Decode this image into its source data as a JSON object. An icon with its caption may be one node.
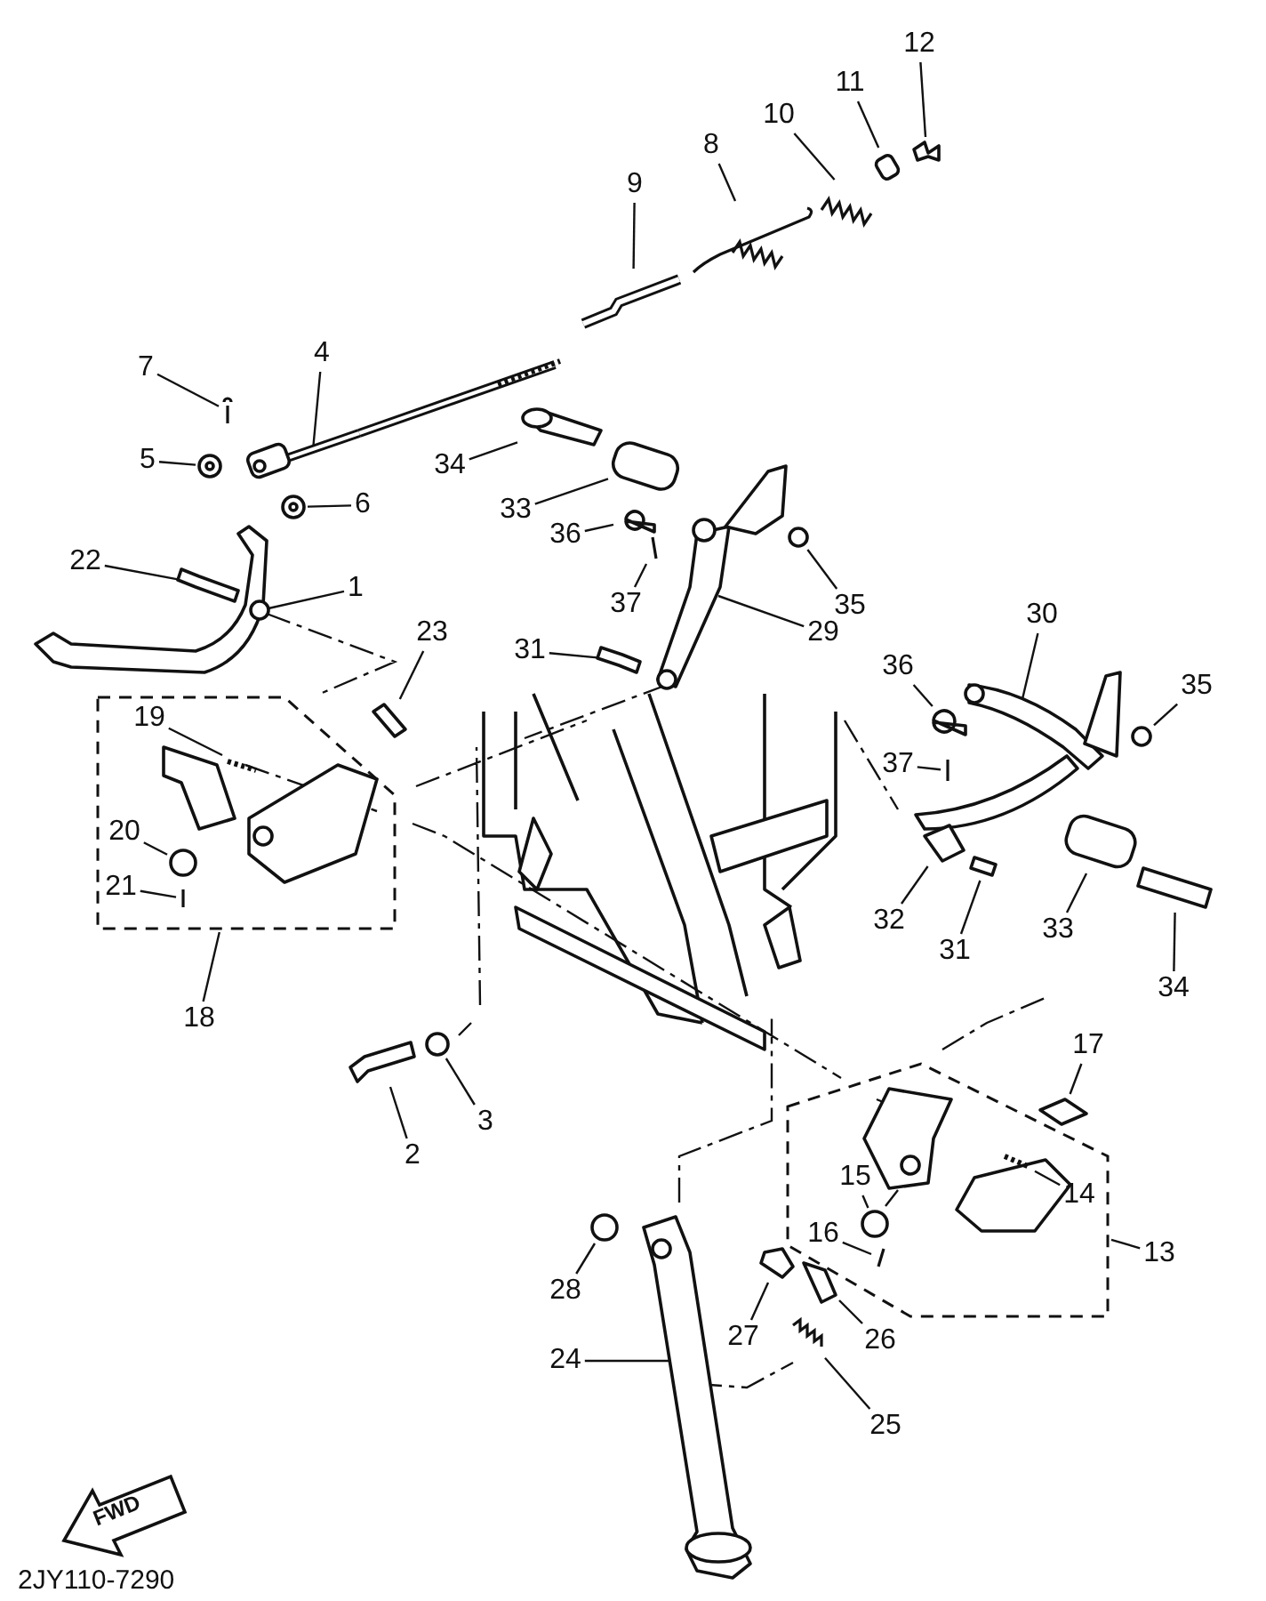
{
  "diagram": {
    "nodes": [
      {
        "text": [
          "12"
        ]
      },
      {
        "text": [
          "11"
        ]
      },
      {
        "text": [
          "10"
        ]
      },
      {
        "text": [
          "9"
        ]
      },
      {
        "text": [
          "8"
        ]
      },
      {
        "text": [
          "7"
        ]
      },
      {
        "text": [
          "4"
        ]
      },
      {
        "text": [
          "5"
        ]
      },
      {
        "text": [
          "34"
        ]
      },
      {
        "text": [
          "6"
        ]
      },
      {
        "text": [
          "33"
        ]
      },
      {
        "text": [
          "36"
        ]
      },
      {
        "text": [
          "22"
        ]
      },
      {
        "text": [
          "1"
        ]
      },
      {
        "text": [
          "37"
        ]
      },
      {
        "text": [
          "35"
        ]
      },
      {
        "text": [
          "29"
        ]
      },
      {
        "text": [
          "23"
        ]
      },
      {
        "text": [
          "31"
        ]
      },
      {
        "text": [
          "30"
        ]
      },
      {
        "text": [
          "36"
        ]
      },
      {
        "text": [
          "35"
        ]
      },
      {
        "text": [],
        "shape": "box"
      },
      {
        "text": [
          "19"
        ],
        "in": 22
      },
      {
        "text": [
          "37"
        ]
      },
      {
        "text": [
          "20"
        ],
        "in": 22
      },
      {
        "text": [
          "21"
        ],
        "in": 22
      },
      {
        "text": [
          "32"
        ]
      },
      {
        "text": [
          "31"
        ]
      },
      {
        "text": [
          "33"
        ]
      },
      {
        "text": [
          "18"
        ]
      },
      {
        "text": [
          "34"
        ]
      },
      {
        "text": [
          "17"
        ]
      },
      {
        "text": [],
        "shape": "box"
      },
      {
        "text": [
          "14"
        ],
        "in": 33
      },
      {
        "text": [
          "15"
        ],
        "in": 33
      },
      {
        "text": [
          "16"
        ],
        "in": 33
      },
      {
        "text": [
          "3"
        ]
      },
      {
        "text": [
          "2"
        ]
      },
      {
        "text": [
          "13"
        ]
      },
      {
        "text": [
          "28"
        ]
      },
      {
        "text": [
          "27"
        ]
      },
      {
        "text": [
          "26"
        ]
      },
      {
        "text": [
          "24"
        ]
      },
      {
        "text": [
          "25"
        ]
      },
      {
        "text": [],
        "shape": "box"
      },
      {
        "text": [],
        "shape": "box"
      },
      {
        "text": [],
        "shape": "picture"
      },
      {
        "text": [],
        "shape": "picture"
      },
      {
        "text": [],
        "shape": "picture"
      },
      {
        "text": [],
        "shape": "picture"
      },
      {
        "text": [],
        "shape": "picture"
      },
      {
        "text": [],
        "shape": "picture"
      },
      {
        "text": [],
        "shape": "picture"
      },
      {
        "text": [],
        "shape": "picture"
      },
      {
        "text": [],
        "shape": "cylinder"
      },
      {
        "text": [],
        "shape": "box"
      },
      {
        "text": [],
        "shape": "picture"
      },
      {
        "text": [],
        "shape": "picture"
      },
      {
        "text": [],
        "shape": "picture"
      },
      {
        "text": [],
        "shape": "circle"
      },
      {
        "text": [],
        "shape": "picture"
      },
      {
        "text": [],
        "shape": "picture"
      },
      {
        "text": [],
        "shape": "picture"
      },
      {
        "text": [],
        "shape": "picture"
      },
      {
        "text": [],
        "shape": "box"
      },
      {
        "text": [],
        "shape": "circle"
      },
      {
        "text": [],
        "shape": "picture",
        "in": 22
      },
      {
        "text": [],
        "shape": "picture"
      },
      {
        "text": [],
        "shape": "circle",
        "in": 22
      },
      {
        "text": [],
        "shape": "picture",
        "in": 22
      },
      {
        "text": [],
        "shape": "picture"
      },
      {
        "text": [],
        "shape": "picture"
      },
      {
        "text": [],
        "shape": "cylinder"
      },
      {
        "text": [],
        "shape": "picture"
      },
      {
        "text": [],
        "shape": "picture"
      },
      {
        "text": [],
        "shape": "picture",
        "in": 33
      },
      {
        "text": [],
        "shape": "circle",
        "in": 33
      },
      {
        "text": [],
        "shape": "picture",
        "in": 33
      },
      {
        "text": [],
        "shape": "circle"
      },
      {
        "text": [],
        "shape": "picture"
      },
      {
        "text": [],
        "shape": "circle"
      },
      {
        "text": [],
        "shape": "picture"
      },
      {
        "text": [],
        "shape": "picture"
      },
      {
        "text": [],
        "shape": "picture"
      },
      {
        "text": [],
        "shape": "picture"
      },
      {
        "text": [
          "FWD"
        ]
      }
    ],
    "edges": [
      {
        "from": 0,
        "to": 45,
        "arrow": "none"
      },
      {
        "from": 1,
        "to": 46,
        "arrow": "none"
      },
      {
        "from": 2,
        "to": 47,
        "arrow": "none"
      },
      {
        "from": 3,
        "to": 48,
        "arrow": "none"
      },
      {
        "from": 4,
        "to": 49,
        "arrow": "none"
      },
      {
        "from": 5,
        "to": 50,
        "arrow": "none"
      },
      {
        "from": 6,
        "to": 51,
        "arrow": "none"
      },
      {
        "from": 7,
        "to": 52,
        "arrow": "none"
      },
      {
        "from": 8,
        "to": 53,
        "arrow": "none"
      },
      {
        "from": 9,
        "to": 54,
        "arrow": "none"
      },
      {
        "from": 10,
        "to": 55,
        "arrow": "none"
      },
      {
        "from": 11,
        "to": 56,
        "arrow": "none"
      },
      {
        "from": 12,
        "to": 57,
        "arrow": "none"
      },
      {
        "from": 13,
        "to": 58,
        "arrow": "none"
      },
      {
        "from": 14,
        "to": 59,
        "arrow": "none"
      },
      {
        "from": 15,
        "to": 60,
        "arrow": "none"
      },
      {
        "from": 16,
        "to": 61,
        "arrow": "none"
      },
      {
        "from": 17,
        "to": 62,
        "arrow": "none"
      },
      {
        "from": 18,
        "to": 63,
        "arrow": "none"
      },
      {
        "from": 19,
        "to": 64,
        "arrow": "none"
      },
      {
        "from": 20,
        "to": 65,
        "arrow": "none"
      },
      {
        "from": 21,
        "to": 66,
        "arrow": "none"
      },
      {
        "from": 23,
        "to": 67,
        "arrow": "none"
      },
      {
        "from": 24,
        "to": 68,
        "arrow": "none"
      },
      {
        "from": 25,
        "to": 69,
        "arrow": "none"
      },
      {
        "from": 26,
        "to": 70,
        "arrow": "none"
      },
      {
        "from": 27,
        "to": 71,
        "arrow": "none"
      },
      {
        "from": 28,
        "to": 72,
        "arrow": "none"
      },
      {
        "from": 29,
        "to": 73,
        "arrow": "none"
      },
      {
        "from": 30,
        "to": 22,
        "arrow": "none"
      },
      {
        "from": 31,
        "to": 74,
        "arrow": "none"
      },
      {
        "from": 32,
        "to": 75,
        "arrow": "none"
      },
      {
        "from": 34,
        "to": 76,
        "arrow": "none"
      },
      {
        "from": 35,
        "to": 77,
        "arrow": "none"
      },
      {
        "from": 36,
        "to": 78,
        "arrow": "none"
      },
      {
        "from": 37,
        "to": 79,
        "arrow": "none"
      },
      {
        "from": 38,
        "to": 80,
        "arrow": "none"
      },
      {
        "from": 39,
        "to": 33,
        "arrow": "none"
      },
      {
        "from": 40,
        "to": 81,
        "arrow": "none"
      },
      {
        "from": 41,
        "to": 82,
        "arrow": "none"
      },
      {
        "from": 42,
        "to": 83,
        "arrow": "none"
      },
      {
        "from": 43,
        "to": 84,
        "arrow": "none"
      },
      {
        "from": 44,
        "to": 85,
        "arrow": "none"
      }
    ],
    "labels": [
      "2JY110-7290"
    ]
  }
}
